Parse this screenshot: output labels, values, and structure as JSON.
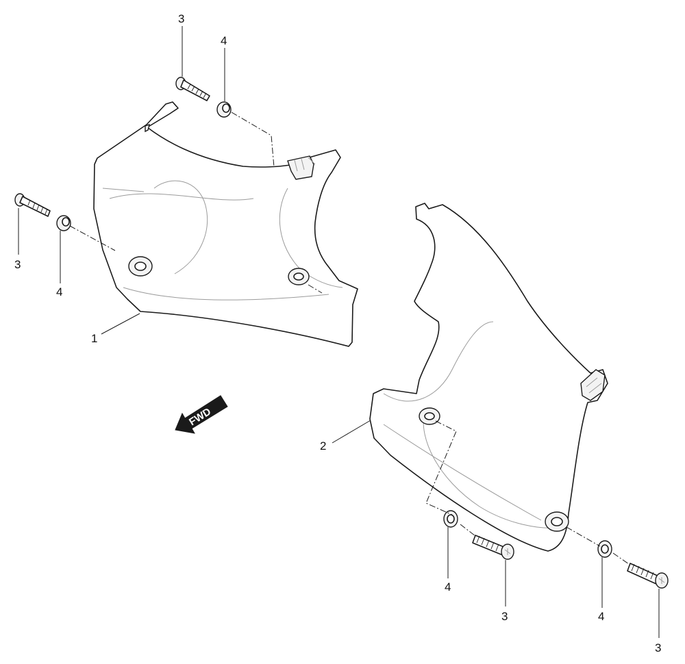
{
  "diagram": {
    "direction_label": "FWD",
    "callouts": {
      "screw_top": "3",
      "washer_top": "4",
      "screw_left": "3",
      "washer_left": "4",
      "cover_left": "1",
      "cover_right": "2",
      "washer_bottom_mid": "4",
      "screw_bottom_mid": "3",
      "washer_bottom_right": "4",
      "screw_bottom_right": "3"
    }
  },
  "colors": {
    "line": "#1a1a1a",
    "arrow_fill": "#1a1a1a",
    "background": "#ffffff"
  }
}
